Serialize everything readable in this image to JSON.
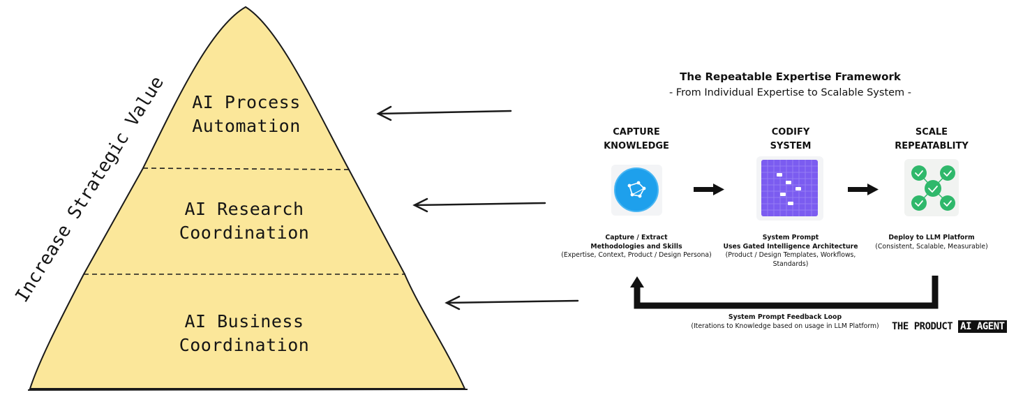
{
  "pyramid": {
    "side_label": "Increase Strategic Value",
    "fill_color": "#fbe79a",
    "tiers": [
      {
        "line1": "AI Process",
        "line2": "Automation"
      },
      {
        "line1": "AI Research",
        "line2": "Coordination"
      },
      {
        "line1": "AI Business",
        "line2": "Coordination"
      }
    ]
  },
  "framework": {
    "title": "The Repeatable Expertise Framework",
    "subtitle": "- From Individual Expertise to Scalable System -",
    "steps": [
      {
        "head1": "CAPTURE",
        "head2": "KNOWLEDGE",
        "icon": "knowledge-graph-icon",
        "desc_bold1": "Capture / Extract",
        "desc_bold2": "Methodologies and Skills",
        "desc1": "(Expertise, Context, Product / Design Persona)",
        "desc2": ""
      },
      {
        "head1": "CODIFY",
        "head2": "SYSTEM",
        "icon": "grid-system-icon",
        "desc_bold1": "System Prompt",
        "desc_bold2": "Uses Gated Intelligence Architecture",
        "desc1": "(Product / Design Templates, Workflows,",
        "desc2": "Standards)"
      },
      {
        "head1": "SCALE",
        "head2": "REPEATABLITY",
        "icon": "checkmark-network-icon",
        "desc_bold1": "Deploy to LLM Platform",
        "desc_bold2": "",
        "desc1": "(Consistent, Scalable, Measurable)",
        "desc2": ""
      }
    ],
    "feedback": {
      "title": "System Prompt Feedback Loop",
      "desc": "(Iterations to Knowledge based on usage in LLM Platform)"
    },
    "colors": {
      "capture": "#1ea0ec",
      "codify": "#7b5cf0",
      "scale": "#2fb86b"
    }
  },
  "brand": {
    "part1": "THE PRODUCT",
    "part2": "AI AGENT"
  }
}
